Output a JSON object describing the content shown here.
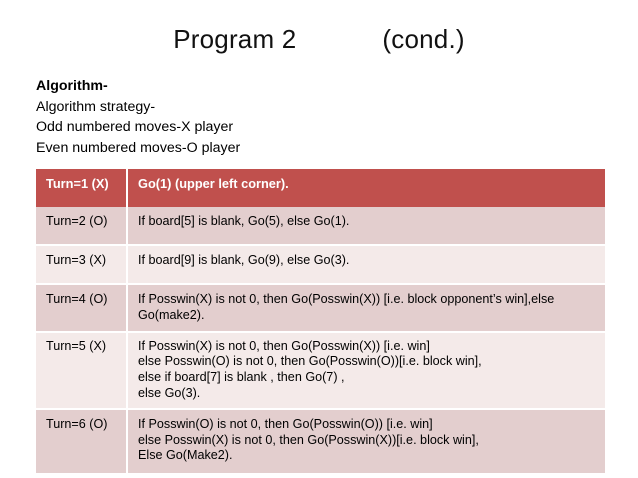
{
  "slide": {
    "title_main": "Program 2",
    "title_suffix": "(cond.)"
  },
  "intro": {
    "lines": [
      "Algorithm-",
      "Algorithm strategy-",
      "Odd numbered moves-X player",
      "Even numbered moves-O player"
    ]
  },
  "table": {
    "header": {
      "turn": "Turn=1 (X)",
      "action": "Go(1) (upper left corner)."
    },
    "rows": [
      {
        "turn": "Turn=2 (O)",
        "action": "If board[5] is blank, Go(5), else Go(1)."
      },
      {
        "turn": "Turn=3 (X)",
        "action": "If board[9] is blank, Go(9), else Go(3)."
      },
      {
        "turn": "Turn=4 (O)",
        "action": "If Posswin(X) is not 0, then Go(Posswin(X)) [i.e. block opponent’s win],else\nGo(make2)."
      },
      {
        "turn": "Turn=5 (X)",
        "action": "If Posswin(X) is not 0, then Go(Posswin(X)) [i.e. win]\nelse Posswin(O) is not 0, then Go(Posswin(O))[i.e. block win],\nelse if board[7] is blank , then Go(7) ,\nelse Go(3)."
      },
      {
        "turn": "Turn=6 (O)",
        "action": "If Posswin(O) is not 0, then Go(Posswin(O)) [i.e. win]\nelse Posswin(X) is not 0, then Go(Posswin(X))[i.e. block win],\nElse Go(Make2)."
      }
    ]
  },
  "colors": {
    "header_bg": "#C0504D",
    "row_dark_bg": "#E3CECE",
    "row_light_bg": "#F4EAE9",
    "header_text": "#FFFFFF",
    "body_text": "#000000"
  }
}
